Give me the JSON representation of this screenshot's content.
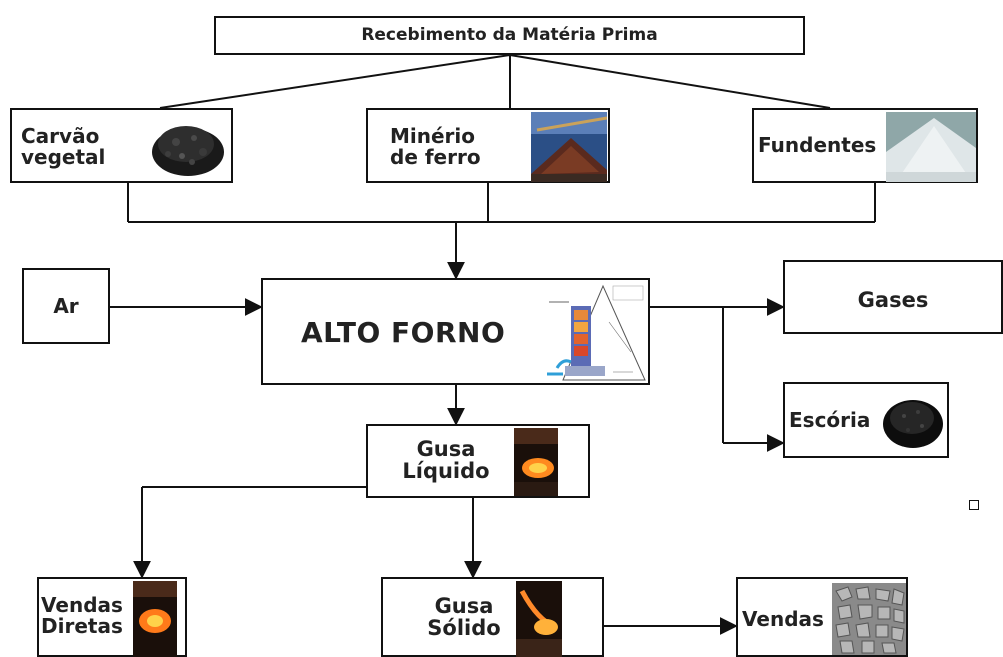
{
  "nodes": {
    "recebimento": "Recebimento da Matéria Prima",
    "carvao": [
      "Carvão",
      "vegetal"
    ],
    "minerio": [
      "Minério",
      "de ferro"
    ],
    "fundentes": "Fundentes",
    "ar": "Ar",
    "alto_forno": "ALTO FORNO",
    "gases": "Gases",
    "escoria": "Escória",
    "gusa_liquido": [
      "Gusa",
      "Líquido"
    ],
    "vendas_diretas": [
      "Vendas",
      "Diretas"
    ],
    "gusa_solido": [
      "Gusa",
      "Sólido"
    ],
    "vendas": "Vendas"
  },
  "icons": {
    "carvao": "charcoal-pile-icon",
    "minerio": "iron-ore-pile-icon",
    "fundentes": "flux-pile-icon",
    "alto_forno": "blast-furnace-diagram-icon",
    "escoria": "slag-pile-icon",
    "gusa_liquido": "molten-iron-icon",
    "vendas_diretas": "molten-iron-icon",
    "gusa_solido": "solid-pig-iron-icon",
    "vendas": "gravel-pile-icon"
  },
  "colors": {
    "line": "#111111",
    "box_border": "#111111"
  }
}
